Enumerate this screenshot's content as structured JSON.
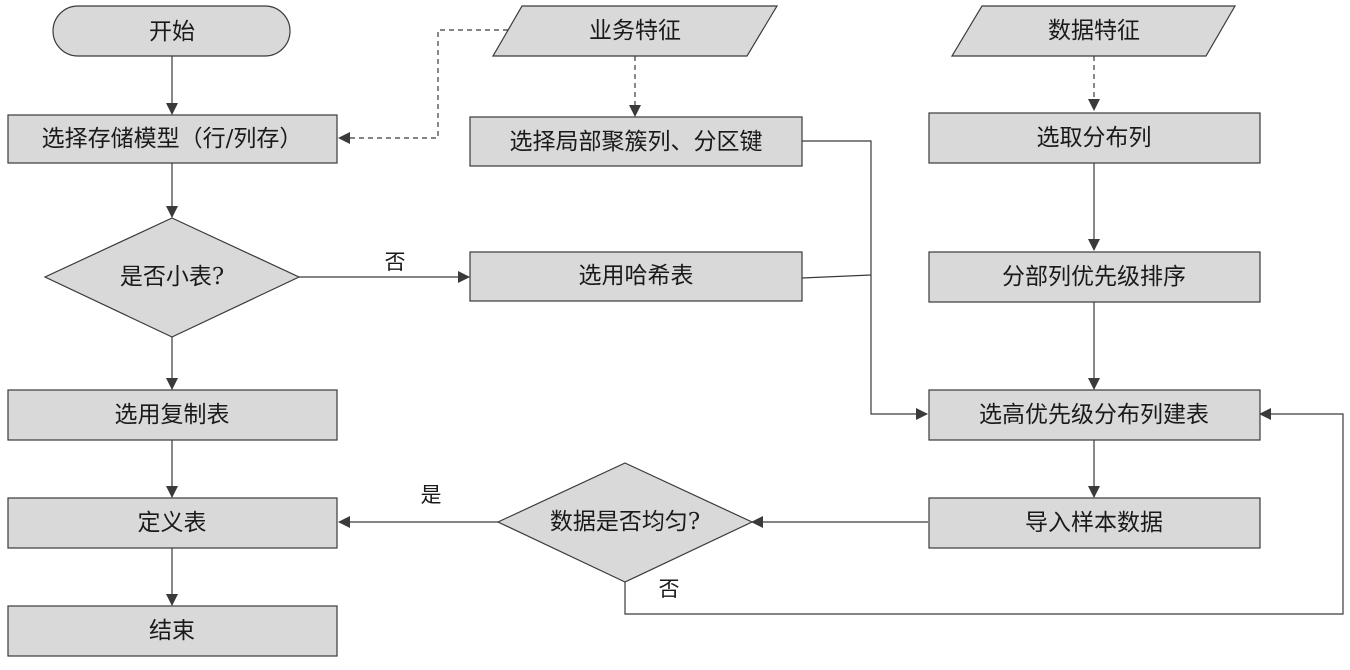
{
  "nodes": {
    "start": "开始",
    "biz_features": "业务特征",
    "data_features": "数据特征",
    "choose_storage": "选择存储模型（行/列存）",
    "choose_cluster": "选择局部聚簇列、分区键",
    "choose_dist_col": "选取分布列",
    "is_small_table": "是否小表?",
    "use_hash": "选用哈希表",
    "rank_dist_cols": "分部列优先级排序",
    "use_replicate": "选用复制表",
    "build_with_top_col": "选高优先级分布列建表",
    "define_table": "定义表",
    "is_uniform": "数据是否均匀?",
    "import_sample": "导入样本数据",
    "end": "结束"
  },
  "edge_labels": {
    "small_no": "否",
    "uniform_yes": "是",
    "uniform_no": "否"
  }
}
